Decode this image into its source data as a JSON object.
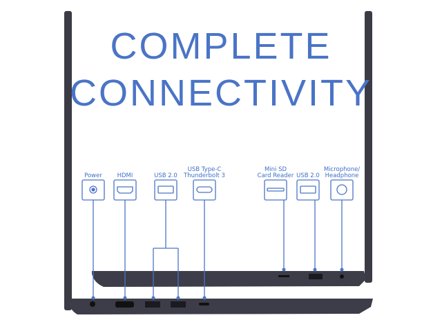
{
  "title": {
    "line1": "COMPLETE",
    "line2": "CONNECTIVITY"
  },
  "ports": [
    {
      "label": "Power",
      "icon": "power-jack-icon"
    },
    {
      "label": "HDMI",
      "icon": "hdmi-icon"
    },
    {
      "label": "USB 2.0",
      "icon": "usb-a-icon"
    },
    {
      "label": "USB Type-C Thunderbolt 3",
      "label_line1": "USB Type-C",
      "label_line2": "Thunderbolt 3",
      "icon": "usb-c-icon"
    },
    {
      "label": "Mini SD Card Reader",
      "label_line1": "Mini SD",
      "label_line2": "Card Reader",
      "icon": "sd-card-icon"
    },
    {
      "label": "USB 2.0",
      "icon": "usb-a-icon"
    },
    {
      "label": "Microphone/ Headphone",
      "label_line1": "Microphone/",
      "label_line2": "Headphone",
      "icon": "audio-jack-icon"
    }
  ],
  "colors": {
    "accent": "#4a74c6",
    "laptop": "#3a3b45"
  }
}
